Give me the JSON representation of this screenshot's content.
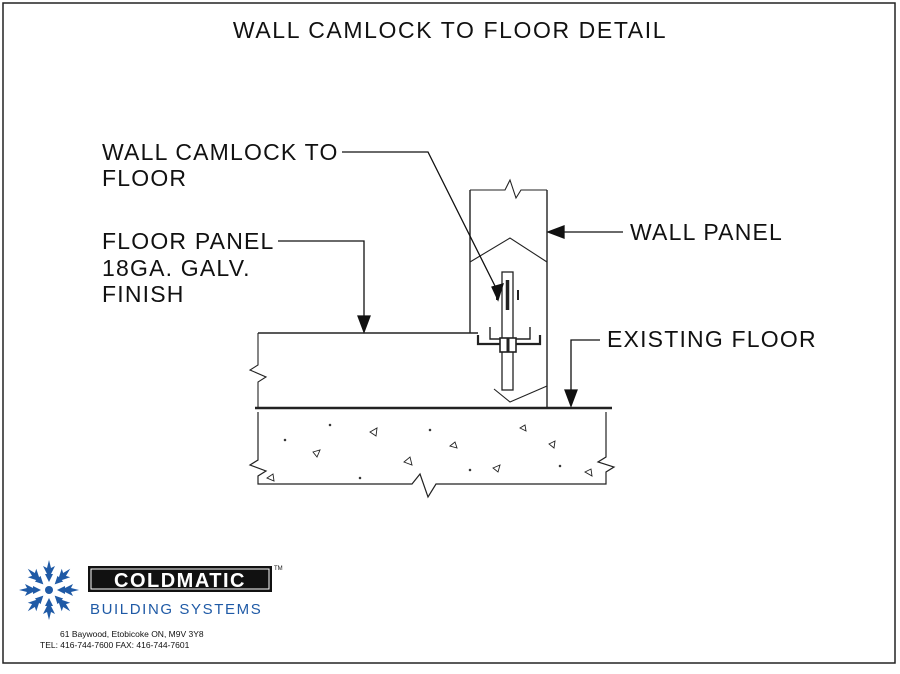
{
  "title": "WALL CAMLOCK TO FLOOR DETAIL",
  "labels": {
    "camlock_line1": "WALL CAMLOCK TO",
    "camlock_line2": "FLOOR",
    "floor_panel_line1": "FLOOR PANEL",
    "floor_panel_line2": "18GA. GALV.",
    "floor_panel_line3": "FINISH",
    "wall_panel": "WALL PANEL",
    "existing_floor": "EXISTING FLOOR"
  },
  "logo": {
    "brand": "COLDMATIC",
    "trademark": "TM",
    "tagline": "BUILDING SYSTEMS",
    "address": "61 Baywood, Etobicoke  ON, M9V 3Y8",
    "phone": "TEL:  416-744-7600     FAX:  416-744-7601",
    "brand_color": "#1f5aa6"
  }
}
